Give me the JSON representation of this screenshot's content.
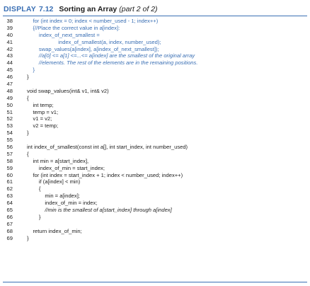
{
  "header": {
    "display": "DISPLAY",
    "number": "7.12",
    "title": "Sorting an Array",
    "part": "(part 2 of 2)"
  },
  "colors": {
    "accent": "#3a6fb4",
    "text": "#1e1e1e"
  },
  "lines": [
    {
      "num": "38",
      "text": "    for (int index = 0; index < number_used - 1; index++)",
      "blue": true
    },
    {
      "num": "39",
      "text": "    {//Place the correct value in a[index]:",
      "blue": true
    },
    {
      "num": "40",
      "text": "        index_of_next_smallest =",
      "blue": true
    },
    {
      "num": "41",
      "text": "                     index_of_smallest(a, index, number_used);",
      "blue": true
    },
    {
      "num": "42",
      "text": "        swap_values(a[index], a[index_of_next_smallest]);",
      "blue": true
    },
    {
      "num": "43",
      "text": "        //a[0] <= a[1] <=...<= a[index] are the smallest of the original array",
      "blue": true,
      "italic": true
    },
    {
      "num": "44",
      "text": "        //elements. The rest of the elements are in the remaining positions.",
      "blue": true,
      "italic": true
    },
    {
      "num": "45",
      "text": "    }",
      "blue": true
    },
    {
      "num": "46",
      "text": "}"
    },
    {
      "num": "47",
      "text": ""
    },
    {
      "num": "48",
      "text": "void swap_values(int& v1, int& v2)"
    },
    {
      "num": "49",
      "text": "{"
    },
    {
      "num": "50",
      "text": "    int temp;"
    },
    {
      "num": "51",
      "text": "    temp = v1;"
    },
    {
      "num": "52",
      "text": "    v1 = v2;"
    },
    {
      "num": "53",
      "text": "    v2 = temp;"
    },
    {
      "num": "54",
      "text": "}"
    },
    {
      "num": "55",
      "text": ""
    },
    {
      "num": "56",
      "text": "int index_of_smallest(const int a[], int start_index, int number_used)"
    },
    {
      "num": "57",
      "text": "{"
    },
    {
      "num": "58",
      "text": "    int min = a[start_index],"
    },
    {
      "num": "59",
      "text": "        index_of_min = start_index;"
    },
    {
      "num": "60",
      "text": "    for (int index = start_index + 1; index < number_used; index++)"
    },
    {
      "num": "61",
      "text": "        if (a[index] < min)"
    },
    {
      "num": "62",
      "text": "        {"
    },
    {
      "num": "63",
      "text": "            min = a[index];"
    },
    {
      "num": "64",
      "text": "            index_of_min = index;"
    },
    {
      "num": "65",
      "text": "            //min is the smallest of a[start_index] through a[index]",
      "italic": true
    },
    {
      "num": "66",
      "text": "        }"
    },
    {
      "num": "67",
      "text": ""
    },
    {
      "num": "68",
      "text": "    return index_of_min;"
    },
    {
      "num": "69",
      "text": "}"
    }
  ]
}
